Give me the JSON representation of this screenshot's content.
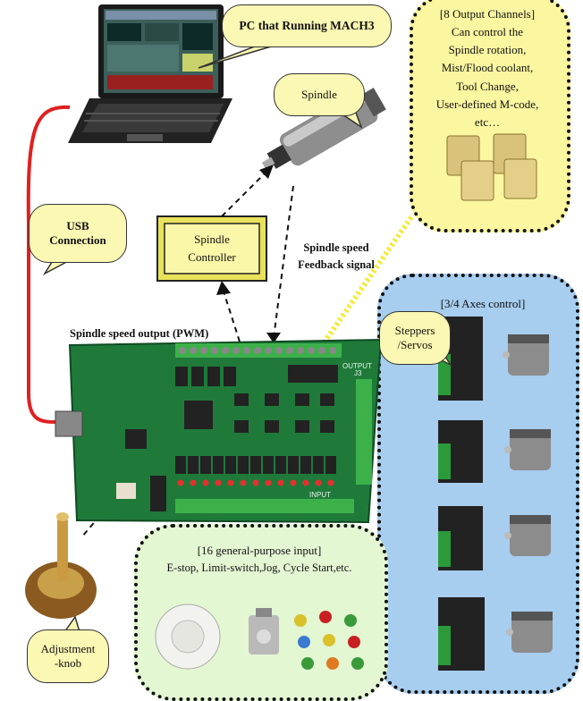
{
  "callouts": {
    "pc": "PC that Running MACH3",
    "spindle": "Spindle",
    "usb_line1": "USB",
    "usb_line2": "Connection",
    "spindle_controller_line1": "Spindle",
    "spindle_controller_line2": "Controller",
    "steppers_line1": "Steppers",
    "steppers_line2": "/Servos",
    "adjust_line1": "Adjustment",
    "adjust_line2": "-knob"
  },
  "labels": {
    "feedback_line1": "Spindle speed",
    "feedback_line2": "Feedback signal",
    "pwm": "Spindle speed output (PWM)"
  },
  "output_panel": {
    "lines": [
      "[8 Output Channels]",
      "Can control the",
      "Spindle rotation,",
      "Mist/Flood coolant,",
      "Tool Change,",
      "User-defined M-code,",
      "etc…"
    ]
  },
  "axes_panel": {
    "title": "[3/4 Axes control]"
  },
  "input_panel": {
    "title": "[16 general-purpose input]",
    "subtitle": "E-stop, Limit-switch,Jog, Cycle Start,etc."
  },
  "board": {
    "output_label": "OUTPUT",
    "j3_label": "J3",
    "input_label": "INPUT"
  },
  "colors": {
    "callout_fill": "#fbf8b3",
    "yellow_panel": "#fbf6a0",
    "blue_panel": "#a7cdef",
    "green_panel": "#e3f7d3",
    "board_green": "#1f7a3a",
    "usb_cable": "#e02020"
  }
}
